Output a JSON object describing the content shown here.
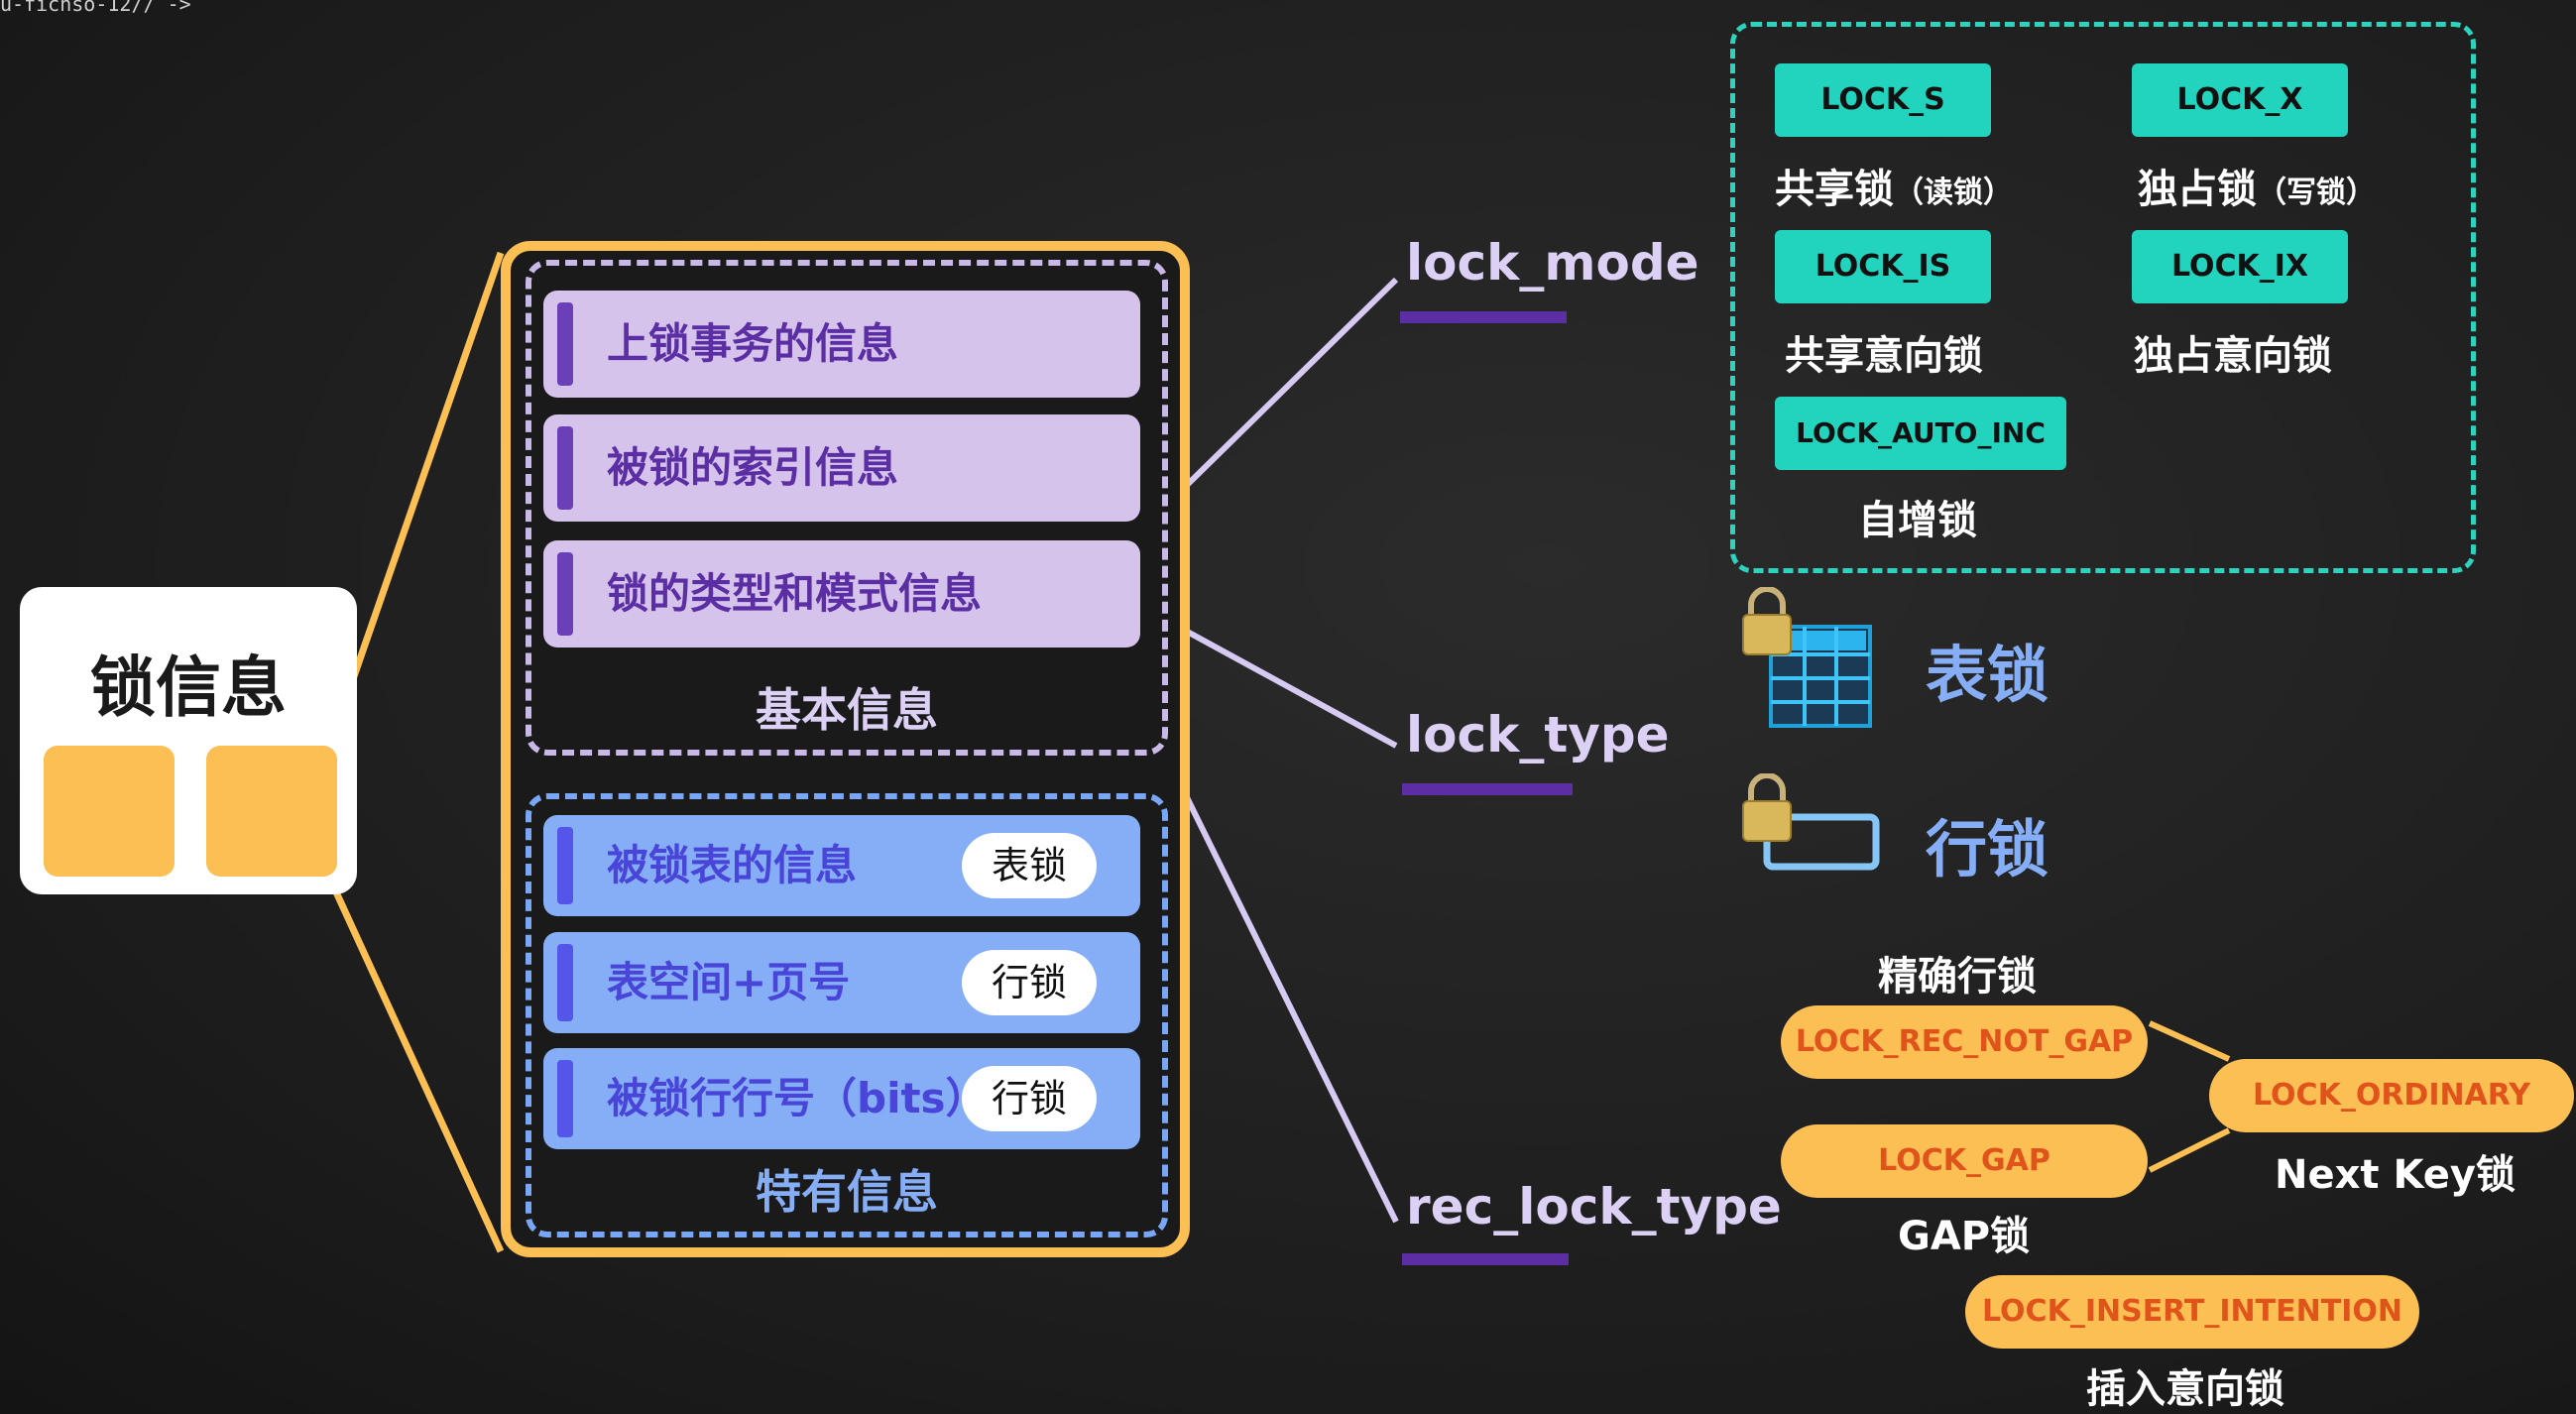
{
  "topbar": {
    "text": "u-fichso-12// ->"
  },
  "card": {
    "title": "锁信息"
  },
  "basic": {
    "rows": [
      "上锁事务的信息",
      "被锁的索引信息",
      "锁的类型和模式信息"
    ],
    "title": "基本信息"
  },
  "special": {
    "rows": [
      {
        "label": "被锁表的信息",
        "tag": "表锁"
      },
      {
        "label": "表空间+页号",
        "tag": "行锁"
      },
      {
        "label": "被锁行行号（bits）",
        "tag": "行锁"
      }
    ],
    "title": "特有信息"
  },
  "fields": {
    "lock_mode": "lock_mode",
    "lock_type": "lock_type",
    "rec_lock_type": "rec_lock_type"
  },
  "lock_modes": [
    {
      "code": "LOCK_S",
      "name": "共享锁",
      "note": "（读锁）"
    },
    {
      "code": "LOCK_X",
      "name": "独占锁",
      "note": "（写锁）"
    },
    {
      "code": "LOCK_IS",
      "name": "共享意向锁",
      "note": ""
    },
    {
      "code": "LOCK_IX",
      "name": "独占意向锁",
      "note": ""
    },
    {
      "code": "LOCK_AUTO_INC",
      "name": "自增锁",
      "note": ""
    }
  ],
  "lock_types": {
    "table": "表锁",
    "row": "行锁"
  },
  "rec_lock_types": {
    "precise_title": "精确行锁",
    "rec_not_gap": "LOCK_REC_NOT_GAP",
    "gap": "LOCK_GAP",
    "gap_label": "GAP锁",
    "ordinary": "LOCK_ORDINARY",
    "ordinary_label": "Next Key锁",
    "insert_intention": "LOCK_INSERT_INTENTION",
    "insert_intention_label": "插入意向锁"
  },
  "colors": {
    "orange": "#fbbf54",
    "purple_row": "#d5c3ec",
    "blue_row": "#86aef7",
    "teal": "#22d3be",
    "underline": "#5b2fa3"
  }
}
